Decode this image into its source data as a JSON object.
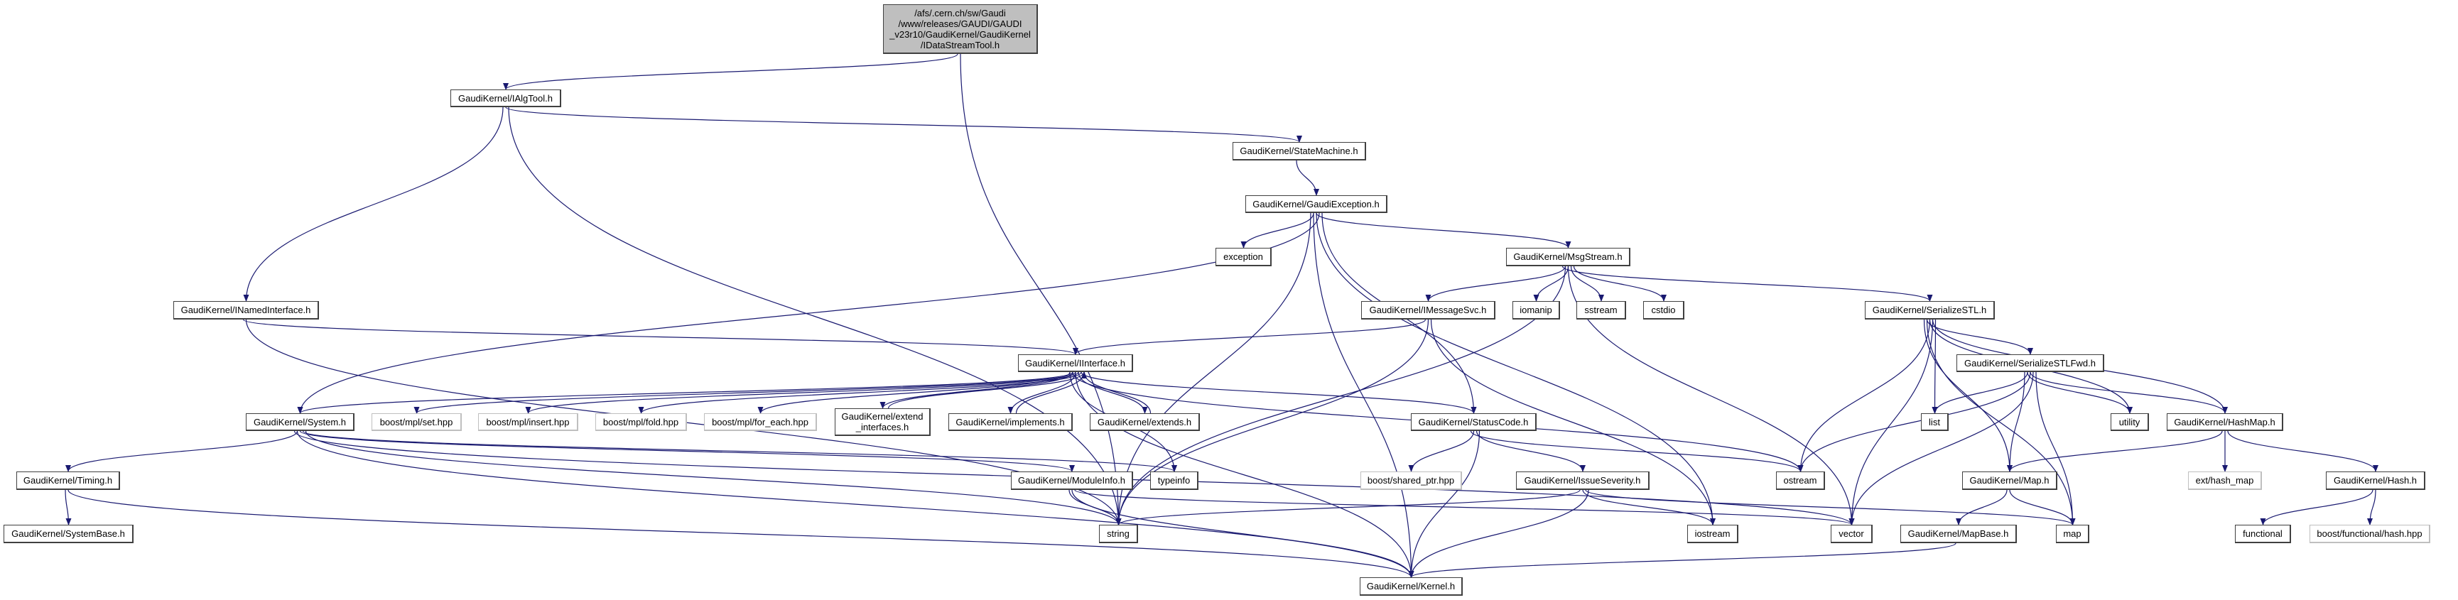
{
  "graph": {
    "edge_color": "#191970",
    "root_fill": "#bfbfbf",
    "nodes": [
      {
        "id": "root",
        "lines": [
          "/afs/.cern.ch/sw/Gaudi",
          "/www/releases/GAUDI/GAUDI",
          "_v23r10/GaudiKernel/GaudiKernel",
          "/IDataStreamTool.h"
        ],
        "root": true
      },
      {
        "id": "ialgtool",
        "lines": [
          "GaudiKernel/IAlgTool.h"
        ]
      },
      {
        "id": "statemachine",
        "lines": [
          "GaudiKernel/StateMachine.h"
        ]
      },
      {
        "id": "gaudiexception",
        "lines": [
          "GaudiKernel/GaudiException.h"
        ]
      },
      {
        "id": "exception",
        "lines": [
          "exception"
        ]
      },
      {
        "id": "msgstream",
        "lines": [
          "GaudiKernel/MsgStream.h"
        ]
      },
      {
        "id": "inamedinterface",
        "lines": [
          "GaudiKernel/INamedInterface.h"
        ]
      },
      {
        "id": "imessagesvc",
        "lines": [
          "GaudiKernel/IMessageSvc.h"
        ]
      },
      {
        "id": "iomanip",
        "lines": [
          "iomanip"
        ]
      },
      {
        "id": "sstream",
        "lines": [
          "sstream"
        ]
      },
      {
        "id": "cstdio",
        "lines": [
          "cstdio"
        ]
      },
      {
        "id": "serializestl",
        "lines": [
          "GaudiKernel/SerializeSTL.h"
        ]
      },
      {
        "id": "iinterface",
        "lines": [
          "GaudiKernel/IInterface.h"
        ]
      },
      {
        "id": "serializestlfwd",
        "lines": [
          "GaudiKernel/SerializeSTLFwd.h"
        ]
      },
      {
        "id": "system",
        "lines": [
          "GaudiKernel/System.h"
        ]
      },
      {
        "id": "mpl_set",
        "lines": [
          "boost/mpl/set.hpp"
        ],
        "external": true
      },
      {
        "id": "mpl_insert",
        "lines": [
          "boost/mpl/insert.hpp"
        ],
        "external": true
      },
      {
        "id": "mpl_fold",
        "lines": [
          "boost/mpl/fold.hpp"
        ],
        "external": true
      },
      {
        "id": "mpl_for_each",
        "lines": [
          "boost/mpl/for_each.hpp"
        ],
        "external": true
      },
      {
        "id": "extend_interfaces",
        "lines": [
          "GaudiKernel/extend",
          "_interfaces.h"
        ]
      },
      {
        "id": "implements",
        "lines": [
          "GaudiKernel/implements.h"
        ]
      },
      {
        "id": "extends",
        "lines": [
          "GaudiKernel/extends.h"
        ]
      },
      {
        "id": "statuscode",
        "lines": [
          "GaudiKernel/StatusCode.h"
        ]
      },
      {
        "id": "list",
        "lines": [
          "list"
        ]
      },
      {
        "id": "utility",
        "lines": [
          "utility"
        ]
      },
      {
        "id": "hashmap",
        "lines": [
          "GaudiKernel/HashMap.h"
        ]
      },
      {
        "id": "timing",
        "lines": [
          "GaudiKernel/Timing.h"
        ]
      },
      {
        "id": "moduleinfo",
        "lines": [
          "GaudiKernel/ModuleInfo.h"
        ]
      },
      {
        "id": "typeinfo",
        "lines": [
          "typeinfo"
        ]
      },
      {
        "id": "shared_ptr",
        "lines": [
          "boost/shared_ptr.hpp"
        ],
        "external": true
      },
      {
        "id": "issueseverity",
        "lines": [
          "GaudiKernel/IssueSeverity.h"
        ]
      },
      {
        "id": "ostream",
        "lines": [
          "ostream"
        ]
      },
      {
        "id": "map_h",
        "lines": [
          "GaudiKernel/Map.h"
        ]
      },
      {
        "id": "ext_hash_map",
        "lines": [
          "ext/hash_map"
        ],
        "external": true
      },
      {
        "id": "hash_h",
        "lines": [
          "GaudiKernel/Hash.h"
        ]
      },
      {
        "id": "systembase",
        "lines": [
          "GaudiKernel/SystemBase.h"
        ]
      },
      {
        "id": "string",
        "lines": [
          "string"
        ]
      },
      {
        "id": "iostream",
        "lines": [
          "iostream"
        ]
      },
      {
        "id": "vector",
        "lines": [
          "vector"
        ]
      },
      {
        "id": "mapbase",
        "lines": [
          "GaudiKernel/MapBase.h"
        ]
      },
      {
        "id": "map",
        "lines": [
          "map"
        ]
      },
      {
        "id": "functional",
        "lines": [
          "functional"
        ]
      },
      {
        "id": "boost_fhash",
        "lines": [
          "boost/functional/hash.hpp"
        ],
        "external": true
      },
      {
        "id": "kernel",
        "lines": [
          "GaudiKernel/Kernel.h"
        ]
      }
    ],
    "edges": [
      [
        "root",
        "ialgtool"
      ],
      [
        "root",
        "string"
      ],
      [
        "ialgtool",
        "inamedinterface"
      ],
      [
        "ialgtool",
        "statemachine"
      ],
      [
        "ialgtool",
        "string"
      ],
      [
        "statemachine",
        "gaudiexception"
      ],
      [
        "gaudiexception",
        "exception"
      ],
      [
        "gaudiexception",
        "msgstream"
      ],
      [
        "gaudiexception",
        "system"
      ],
      [
        "gaudiexception",
        "statuscode"
      ],
      [
        "gaudiexception",
        "string"
      ],
      [
        "gaudiexception",
        "kernel"
      ],
      [
        "gaudiexception",
        "iostream"
      ],
      [
        "msgstream",
        "imessagesvc"
      ],
      [
        "msgstream",
        "iomanip"
      ],
      [
        "msgstream",
        "sstream"
      ],
      [
        "msgstream",
        "cstdio"
      ],
      [
        "msgstream",
        "serializestl"
      ],
      [
        "msgstream",
        "string"
      ],
      [
        "msgstream",
        "vector"
      ],
      [
        "inamedinterface",
        "iinterface"
      ],
      [
        "inamedinterface",
        "string"
      ],
      [
        "imessagesvc",
        "iinterface"
      ],
      [
        "imessagesvc",
        "string"
      ],
      [
        "imessagesvc",
        "iostream"
      ],
      [
        "serializestl",
        "serializestlfwd"
      ],
      [
        "serializestl",
        "ostream"
      ],
      [
        "serializestl",
        "vector"
      ],
      [
        "serializestl",
        "list"
      ],
      [
        "serializestl",
        "map_h"
      ],
      [
        "serializestl",
        "map"
      ],
      [
        "serializestl",
        "utility"
      ],
      [
        "serializestl",
        "hashmap"
      ],
      [
        "serializestlfwd",
        "list"
      ],
      [
        "serializestlfwd",
        "ostream"
      ],
      [
        "serializestlfwd",
        "vector"
      ],
      [
        "serializestlfwd",
        "map"
      ],
      [
        "serializestlfwd",
        "map_h"
      ],
      [
        "serializestlfwd",
        "utility"
      ],
      [
        "serializestlfwd",
        "hashmap"
      ],
      [
        "iinterface",
        "system"
      ],
      [
        "iinterface",
        "mpl_set"
      ],
      [
        "iinterface",
        "mpl_insert"
      ],
      [
        "iinterface",
        "mpl_fold"
      ],
      [
        "iinterface",
        "mpl_for_each"
      ],
      [
        "iinterface",
        "extend_interfaces"
      ],
      [
        "iinterface",
        "implements"
      ],
      [
        "iinterface",
        "extends"
      ],
      [
        "iinterface",
        "statuscode"
      ],
      [
        "iinterface",
        "typeinfo"
      ],
      [
        "iinterface",
        "ostream"
      ],
      [
        "iinterface",
        "kernel"
      ],
      [
        "extend_interfaces",
        "iinterface"
      ],
      [
        "implements",
        "iinterface"
      ],
      [
        "extends",
        "iinterface"
      ],
      [
        "system",
        "timing"
      ],
      [
        "system",
        "moduleinfo"
      ],
      [
        "system",
        "typeinfo"
      ],
      [
        "system",
        "string"
      ],
      [
        "system",
        "vector"
      ],
      [
        "system",
        "kernel"
      ],
      [
        "timing",
        "systembase"
      ],
      [
        "timing",
        "kernel"
      ],
      [
        "moduleinfo",
        "string"
      ],
      [
        "moduleinfo",
        "kernel"
      ],
      [
        "moduleinfo",
        "vector"
      ],
      [
        "statuscode",
        "ostream"
      ],
      [
        "statuscode",
        "shared_ptr"
      ],
      [
        "statuscode",
        "issueseverity"
      ],
      [
        "statuscode",
        "kernel"
      ],
      [
        "issueseverity",
        "string"
      ],
      [
        "issueseverity",
        "iostream"
      ],
      [
        "issueseverity",
        "map"
      ],
      [
        "issueseverity",
        "kernel"
      ],
      [
        "hashmap",
        "map_h"
      ],
      [
        "hashmap",
        "ext_hash_map"
      ],
      [
        "hashmap",
        "hash_h"
      ],
      [
        "map_h",
        "mapbase"
      ],
      [
        "map_h",
        "map"
      ],
      [
        "mapbase",
        "kernel"
      ],
      [
        "hash_h",
        "functional"
      ],
      [
        "hash_h",
        "boost_fhash"
      ]
    ]
  }
}
